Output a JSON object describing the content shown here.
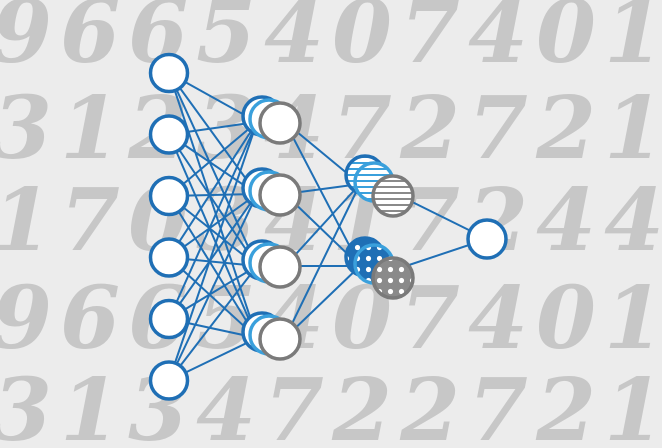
{
  "background_digits": [
    [
      "9",
      "6",
      "6",
      "5",
      "4",
      "0",
      "7",
      "4",
      "0",
      "1"
    ],
    [
      "3",
      "1",
      "2",
      "3",
      "4",
      "7",
      "2",
      "7",
      "2",
      "1"
    ],
    [
      "1",
      "7",
      "0",
      "3",
      "4",
      "1",
      "7",
      "2",
      "4",
      "4"
    ],
    [
      "9",
      "6",
      "6",
      "5",
      "4",
      "0",
      "7",
      "4",
      "0",
      "1"
    ],
    [
      "3",
      "1",
      "3",
      "4",
      "7",
      "2",
      "2",
      "7",
      "2",
      "1"
    ]
  ],
  "colors": {
    "background": "#ececec",
    "digits": "#c7c7c7",
    "blue": "#1f6fb5",
    "light_blue": "#3aa0dc",
    "gray": "#7a7a7a",
    "node_fill": "#ffffff"
  },
  "network": {
    "input_count": 6,
    "hidden1_count": 4,
    "hidden2_count": 2,
    "output_count": 1,
    "hidden2_patterns": [
      "stripes",
      "dots"
    ]
  }
}
